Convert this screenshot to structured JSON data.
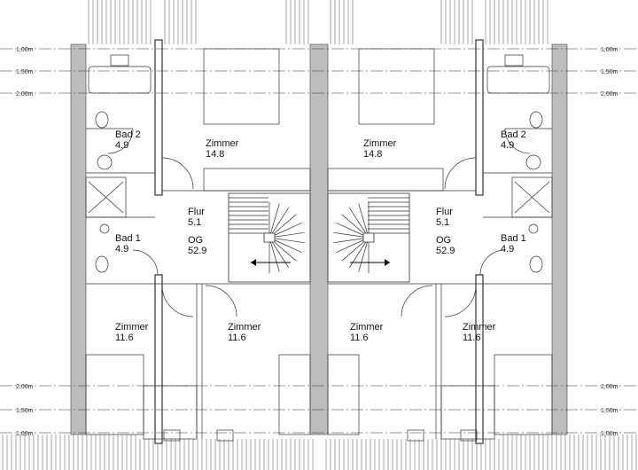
{
  "plan": {
    "height_lines": {
      "top": [
        "1,00m",
        "1,50m",
        "2,00m"
      ],
      "bottom": [
        "2,00m",
        "1,50m",
        "1,00m"
      ]
    },
    "rooms_left": [
      {
        "name": "Bad 2",
        "area": "4.9"
      },
      {
        "name": "Zimmer",
        "area": "14.8"
      },
      {
        "name": "Flur",
        "area": "5.1"
      },
      {
        "name": "OG",
        "area": "52.9"
      },
      {
        "name": "Bad 1",
        "area": "4.9"
      },
      {
        "name": "Zimmer",
        "area": "11.6"
      },
      {
        "name": "Zimmer",
        "area": "11.6"
      }
    ],
    "rooms_right": [
      {
        "name": "Zimmer",
        "area": "14.8"
      },
      {
        "name": "Bad 2",
        "area": "4.9"
      },
      {
        "name": "Flur",
        "area": "5.1"
      },
      {
        "name": "OG",
        "area": "52.9"
      },
      {
        "name": "Bad 1",
        "area": "4.9"
      },
      {
        "name": "Zimmer",
        "area": "11.6"
      },
      {
        "name": "Zimmer",
        "area": "11.6"
      }
    ]
  }
}
